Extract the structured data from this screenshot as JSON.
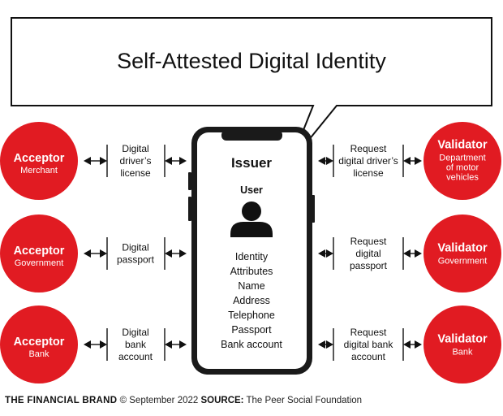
{
  "title": "Self-Attested Digital Identity",
  "colors": {
    "node_fill": "#e11b22",
    "node_text": "#ffffff",
    "line": "#111111",
    "phone_body": "#1a1a1a",
    "background": "#ffffff"
  },
  "phone": {
    "issuer_label": "Issuer",
    "user_label": "User",
    "user_icon": "person-silhouette-icon",
    "attributes": [
      "Identity",
      "Attributes",
      "Name",
      "Address",
      "Telephone",
      "Passport",
      "Bank account"
    ]
  },
  "left_nodes": [
    {
      "title": "Acceptor",
      "subtitle": "Merchant"
    },
    {
      "title": "Acceptor",
      "subtitle": "Government"
    },
    {
      "title": "Acceptor",
      "subtitle": "Bank"
    }
  ],
  "left_labels": [
    [
      "Digital",
      "driver’s",
      "license"
    ],
    [
      "Digital",
      "passport"
    ],
    [
      "Digital",
      "bank",
      "account"
    ]
  ],
  "right_nodes": [
    {
      "title": "Validator",
      "subtitle_lines": [
        "Department",
        "of motor",
        "vehicles"
      ]
    },
    {
      "title": "Validator",
      "subtitle_lines": [
        "Government"
      ]
    },
    {
      "title": "Validator",
      "subtitle_lines": [
        "Bank"
      ]
    }
  ],
  "right_labels": [
    [
      "Request",
      "digital driver’s",
      "license"
    ],
    [
      "Request",
      "digital",
      "passport"
    ],
    [
      "Request",
      "digital bank",
      "account"
    ]
  ],
  "footer": {
    "brand": "THE FINANCIAL BRAND",
    "date_text": "© September 2022",
    "source_label": "SOURCE:",
    "source_text": "The Peer Social Foundation"
  }
}
